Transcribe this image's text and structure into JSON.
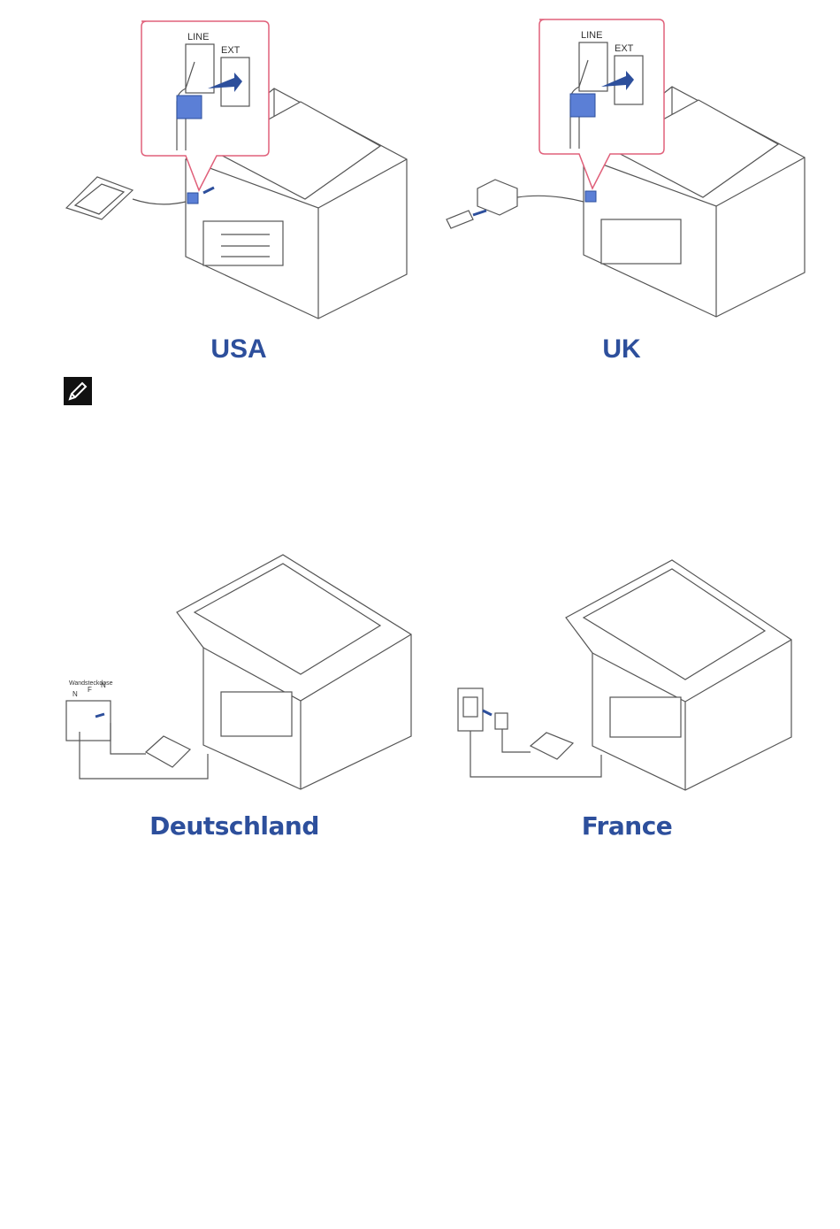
{
  "figures": [
    {
      "id": "usa",
      "caption": "USA",
      "inset_ports": [
        "LINE",
        "EXT"
      ]
    },
    {
      "id": "uk",
      "caption": "UK",
      "inset_ports": [
        "LINE",
        "EXT"
      ]
    },
    {
      "id": "deutschland",
      "caption": "Deutschland",
      "wall_socket_label": "Wandsteckdose",
      "wall_socket_ports": [
        "N",
        "F",
        "N"
      ]
    },
    {
      "id": "france",
      "caption": "France"
    }
  ],
  "colors": {
    "caption_blue": "#2d4f9c",
    "plug_blue": "#5b7fd6",
    "arrow_blue": "#2d4f9c",
    "callout_pink": "#e0607a",
    "line_gray": "#555555"
  },
  "icons": {
    "note": "note-pencil-icon"
  }
}
